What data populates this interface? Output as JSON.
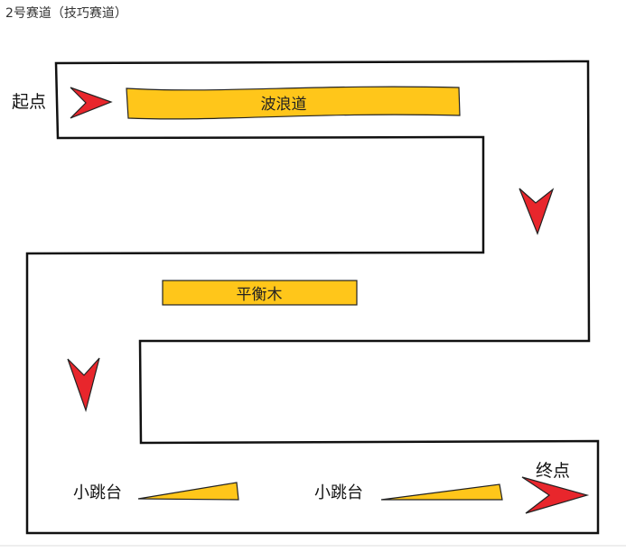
{
  "caption": "2号赛道（技巧赛道）",
  "colors": {
    "obstacle_fill": "#ffc61a",
    "arrow_fill": "#e8262c",
    "track_line": "#111111"
  },
  "labels": {
    "start": "起点",
    "finish": "终点"
  },
  "obstacles": {
    "wave_road": "波浪道",
    "balance_beam": "平衡木",
    "small_ramp_1": "小跳台",
    "small_ramp_2": "小跳台"
  },
  "icons": [
    "arrow-right-icon",
    "arrow-down-icon"
  ]
}
